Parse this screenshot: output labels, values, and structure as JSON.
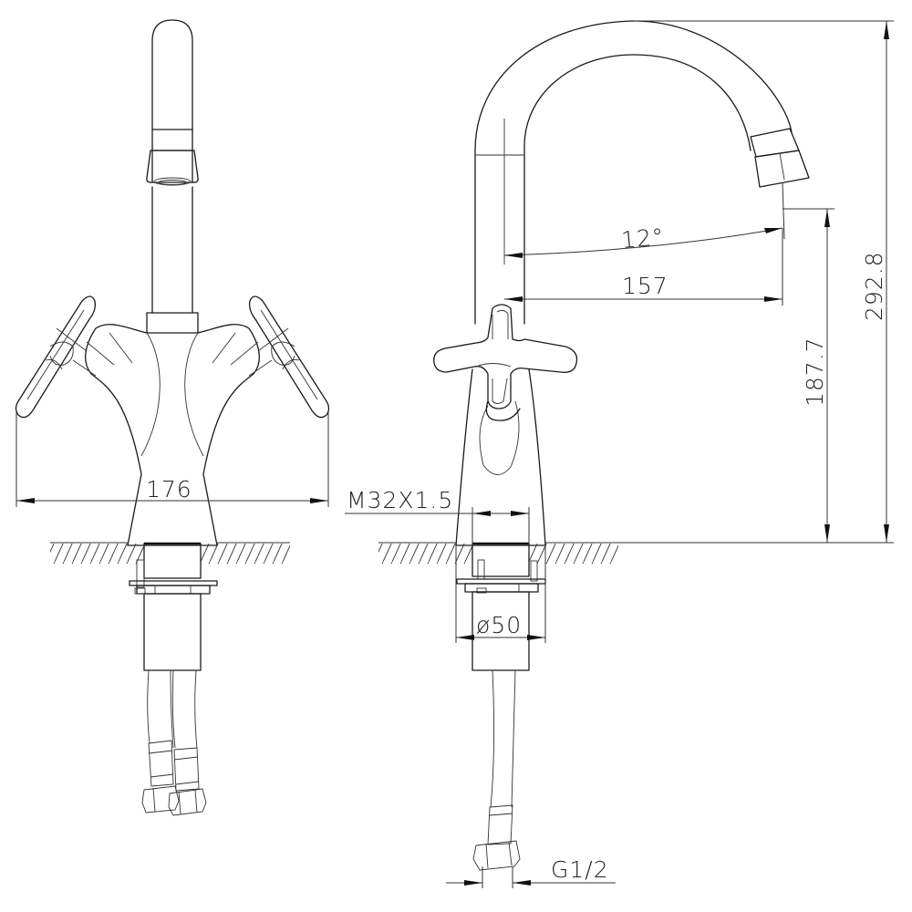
{
  "drawing": {
    "title": "Two-handle faucet technical drawing",
    "views": [
      {
        "name": "front-view",
        "description": "Front elevation with two lever handles"
      },
      {
        "name": "side-view",
        "description": "Side elevation with swan-neck spout and cross handle"
      }
    ],
    "dimensions": {
      "overall_width": "176",
      "mount_thread": "M32X1.5",
      "base_diameter": "ø50",
      "hose_connection": "G1/2",
      "swivel_angle": "12°",
      "spout_reach": "157",
      "spout_outlet_height": "187.7",
      "overall_height": "292.8"
    },
    "colors": {
      "line": "#1a1a1a",
      "background": "#ffffff"
    }
  }
}
